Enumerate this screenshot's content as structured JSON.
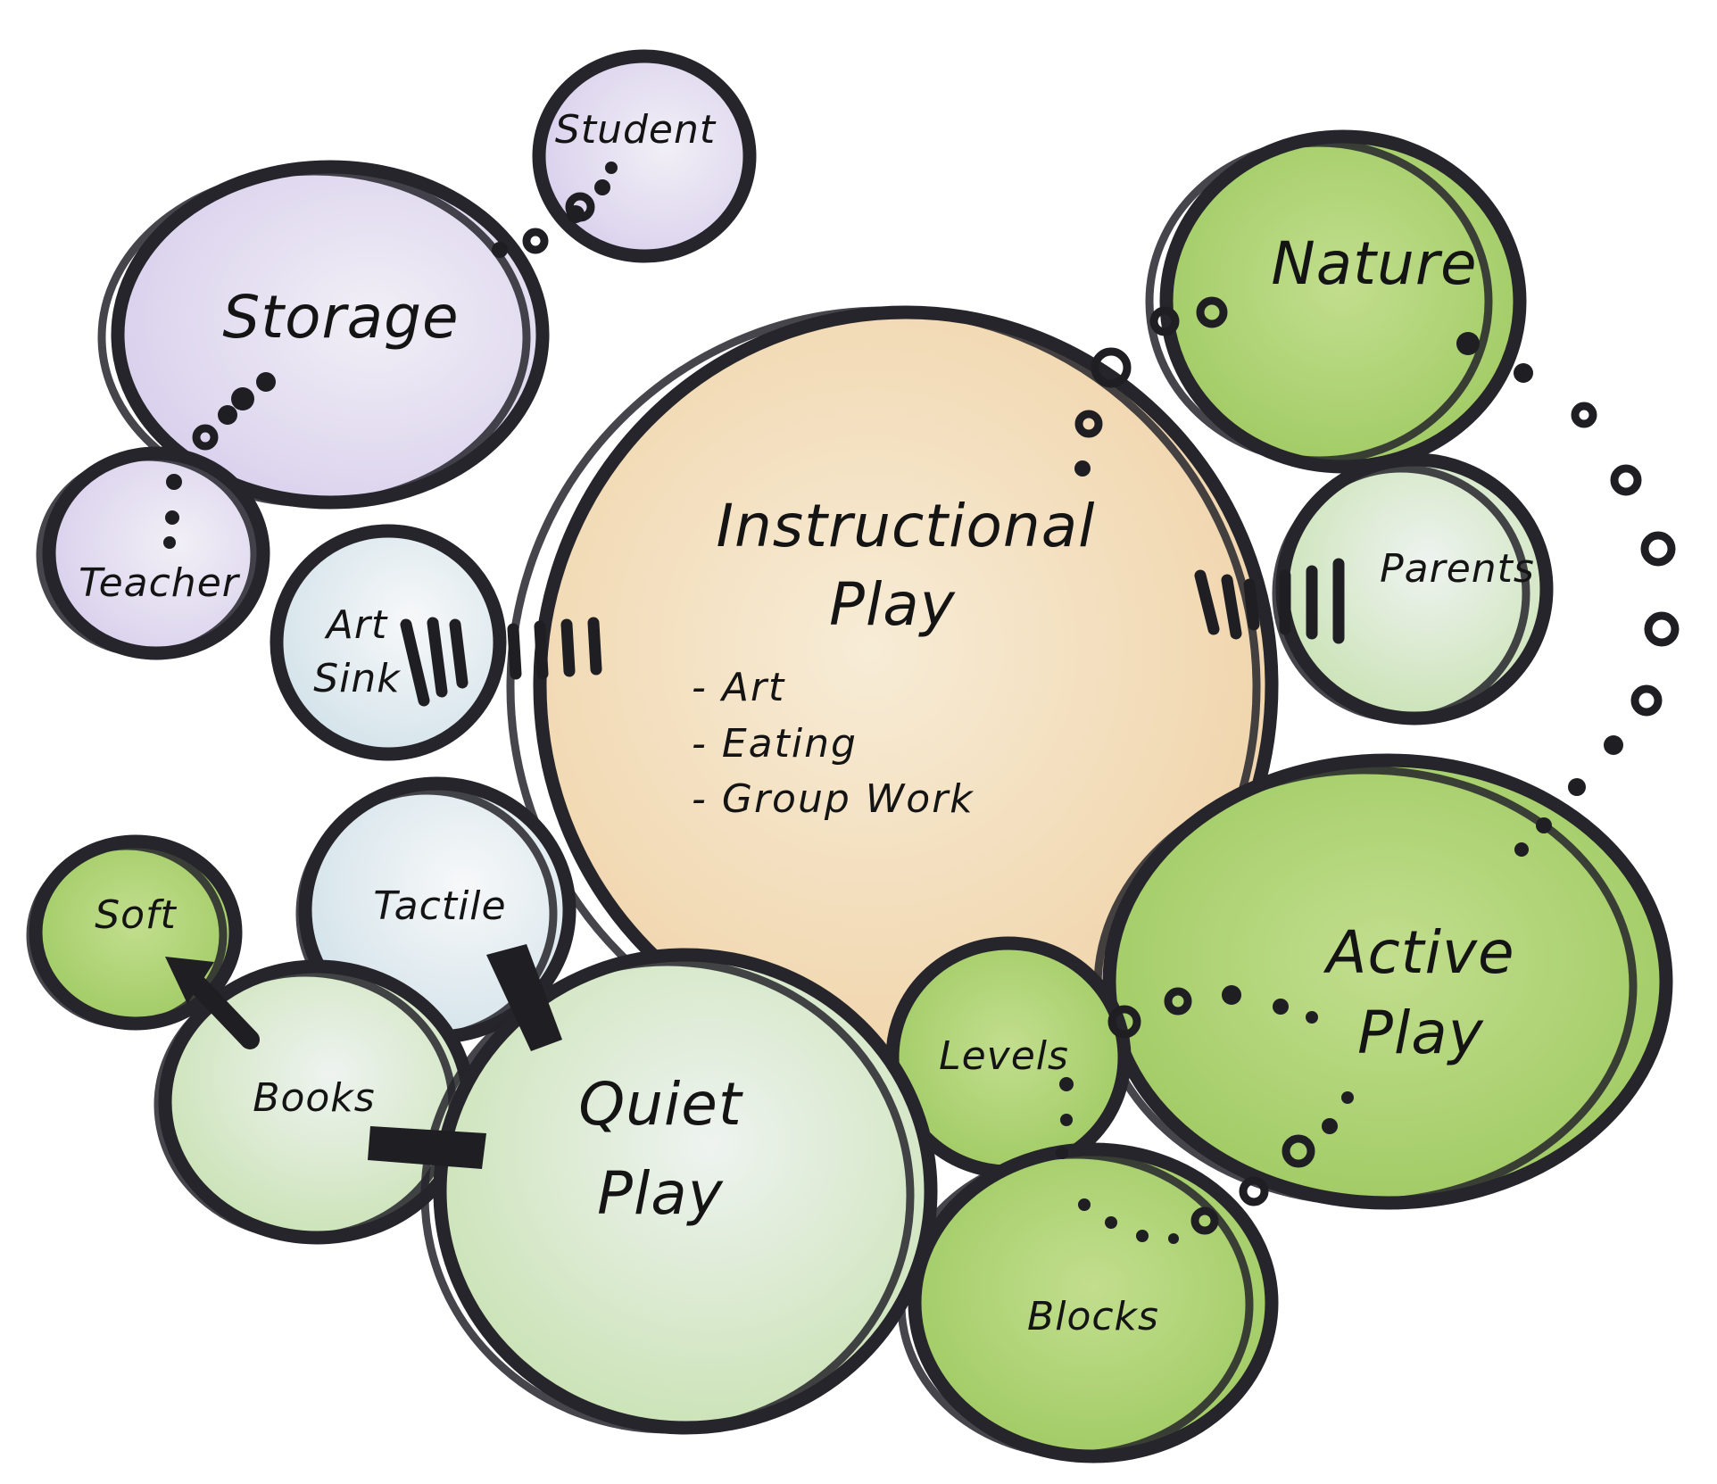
{
  "colors": {
    "ink": "#26252b",
    "instructional": "#f3dfbf",
    "green": "#b4d67a",
    "light_green": "#d6e8c9",
    "blue_grey": "#e7edf0",
    "lavender": "#e4def0",
    "white": "#f4f5f6"
  },
  "bubbles": {
    "instructional": {
      "line1": "Instructional",
      "line2": "Play"
    },
    "notes": [
      "- Art",
      "- Eating",
      "- Group Work"
    ],
    "storage": "Storage",
    "student": "Student",
    "teacher": "Teacher",
    "art_sink": {
      "line1": "Art",
      "line2": "Sink"
    },
    "nature": "Nature",
    "parents": "Parents",
    "active_play": {
      "line1": "Active",
      "line2": "Play"
    },
    "levels": "Levels",
    "blocks": "Blocks",
    "quiet_play": {
      "line1": "Quiet",
      "line2": "Play"
    },
    "tactile": "Tactile",
    "books": "Books",
    "soft": "Soft"
  }
}
